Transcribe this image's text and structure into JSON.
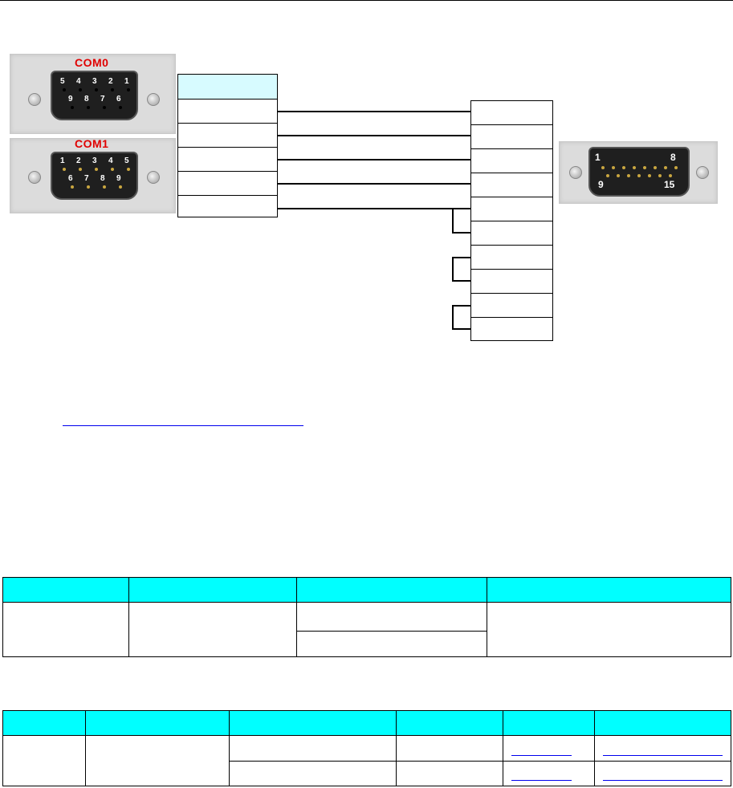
{
  "connectors": {
    "com0": {
      "label": "COM0",
      "pins_top": [
        "5",
        "4",
        "3",
        "2",
        "1"
      ],
      "pins_bottom": [
        "9",
        "8",
        "7",
        "6"
      ]
    },
    "com1": {
      "label": "COM1",
      "pins_top": [
        "1",
        "2",
        "3",
        "4",
        "5"
      ],
      "pins_bottom": [
        "6",
        "7",
        "8",
        "9"
      ]
    },
    "vga": {
      "pin_first": "1",
      "pin_row1_end": "8",
      "pin_row2_start": "9",
      "pin_last": "15"
    }
  },
  "link_text": "",
  "table1": {
    "headers": [
      "",
      "",
      "",
      ""
    ],
    "rows": [
      [
        "",
        "",
        "",
        ""
      ],
      [
        "",
        "",
        "",
        ""
      ]
    ]
  },
  "table2": {
    "headers": [
      "",
      "",
      "",
      "",
      "",
      ""
    ],
    "rows": [
      [
        "",
        "",
        "",
        "",
        "",
        ""
      ],
      [
        "",
        "",
        "",
        "",
        "",
        ""
      ]
    ]
  },
  "colors": {
    "header_fill": "#00ffff",
    "link": "#0000ee",
    "com_label": "#e00000",
    "box_highlight": "#d7fbff"
  }
}
